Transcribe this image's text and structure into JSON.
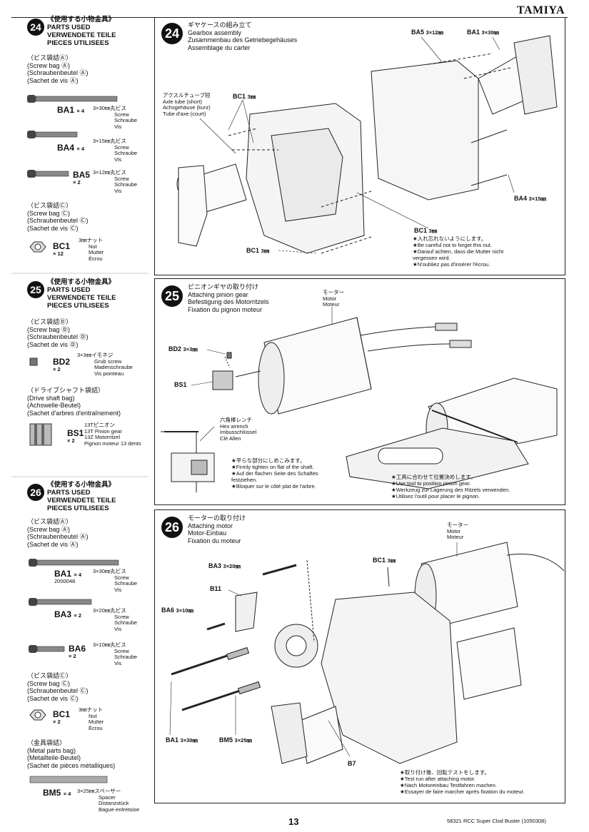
{
  "brand": "TAMIYA",
  "page_number": "13",
  "footer_ref": "58321 RCC Super Clod Buster (1050308)",
  "steps": [
    {
      "num": "24",
      "parts_used": [
        "《使用する小物金具》",
        "PARTS USED",
        "VERWENDETE TEILE",
        "PIECES UTILISEES"
      ],
      "bag_a": [
        "（ビス袋詰Ⓐ）",
        "(Screw bag Ⓐ)",
        "(Schraubenbeutel Ⓐ)",
        "(Sachet de vis Ⓐ)"
      ],
      "parts": [
        {
          "code": "BA1",
          "qty": "× 4",
          "desc": [
            "3×30㎜丸ビス",
            "Screw",
            "Schraube",
            "Vis"
          ]
        },
        {
          "code": "BA4",
          "qty": "× 4",
          "desc": [
            "3×15㎜丸ビス",
            "Screw",
            "Schraube",
            "Vis"
          ]
        },
        {
          "code": "BA5",
          "qty": "× 2",
          "desc": [
            "3×12㎜丸ビス",
            "Screw",
            "Schraube",
            "Vis"
          ]
        }
      ],
      "bag_c": [
        "（ビス袋詰Ⓒ）",
        "(Screw bag Ⓒ)",
        "(Schraubenbeutel Ⓒ)",
        "(Sachet de vis Ⓒ)"
      ],
      "nut": {
        "code": "BC1",
        "qty": "× 12",
        "desc": [
          "3㎜ナット",
          "Nut",
          "Mutter",
          "Écrou"
        ]
      },
      "title": [
        "ギヤケースの組み立て",
        "Gearbox assembly",
        "Zusammenbau des Getriebegehäuses",
        "Assemblage du carter"
      ],
      "labels": {
        "ba5": "BA5",
        "ba5_size": "3×12㎜",
        "ba1": "BA1",
        "ba1_size": "3×30㎜",
        "bc1": "BC1",
        "bc1_size": "3㎜",
        "ba4": "BA4",
        "ba4_size": "3×15㎜",
        "bc1b": "BC1",
        "bc1b_size": "3㎜",
        "bc1c": "BC1",
        "bc1c_size": "3㎜"
      },
      "axle": [
        "アクスルチューブ短",
        "Axle tube (short)",
        "Achsgehäuse (kurz)",
        "Tube d'axe (court)"
      ],
      "notes": [
        "★入れ忘れないようにします。",
        "★Be careful not to forget this nut.",
        "★Darauf achten, dass die Mutter nicht",
        "  vergessen wird.",
        "★N'oubliez pas d'insérer l'écrou."
      ]
    },
    {
      "num": "25",
      "parts_used": [
        "《使用する小物金具》",
        "PARTS USED",
        "VERWENDETE TEILE",
        "PIECES UTILISEES"
      ],
      "bag_d": [
        "（ビス袋詰Ⓓ）",
        "(Screw bag Ⓓ)",
        "(Schraubenbeutel Ⓓ)",
        "(Sachet de vis Ⓓ)"
      ],
      "grub": {
        "code": "BD2",
        "qty": "× 2",
        "desc": [
          "3×3㎜イモネジ",
          "Grub screw",
          "Madenschraube",
          "Vis pointeau"
        ]
      },
      "bag_drive": [
        "（ドライブシャフト袋詰）",
        "(Drive shaft bag)",
        "(Achswelle-Beutel)",
        "(Sachet d'arbres d'entraînement)"
      ],
      "pinion": {
        "code": "BS1",
        "qty": "× 2",
        "desc": [
          "13Tピニオン",
          "13T Pinion gear",
          "13Z Motorritzel",
          "Pignon moteur 13 dents"
        ]
      },
      "title": [
        "ピニオンギヤの取り付け",
        "Attaching pinion gear",
        "Befestigung des Motorritzels",
        "Fixation du pignon moteur"
      ],
      "motor": [
        "モーター",
        "Motor",
        "Moteur"
      ],
      "labels": {
        "bd2": "BD2",
        "bd2_size": "3×3㎜",
        "bs1": "BS1"
      },
      "wrench": [
        "六角棒レンチ",
        "Hex wrench",
        "Imbusschlüssel",
        "Clé Allen"
      ],
      "notes_left": [
        "★平らな部分にしめこみます。",
        "★Firmly tighten on flat of the shaft.",
        "★Auf der flachen Seite des Schaftes",
        "  festziehen.",
        "★Bloquer sur le côté plat de l'arbre."
      ],
      "notes_right": [
        "★工具に合わせて位置決めします。",
        "★Use tool to position pinion gear.",
        "★Werkzeug zur Lagerung des Ritzels verwenden.",
        "★Utilisez l'outil pour placer le pignon."
      ]
    },
    {
      "num": "26",
      "parts_used": [
        "《使用する小物金具》",
        "PARTS USED",
        "VERWENDETE TEILE",
        "PIECES UTILISEES"
      ],
      "bag_a": [
        "（ビス袋詰Ⓐ）",
        "(Screw bag Ⓐ)",
        "(Schraubenbeutel Ⓐ)",
        "(Sachet de vis Ⓐ)"
      ],
      "parts": [
        {
          "code": "BA1",
          "qty": "× 4",
          "sub": "2000048",
          "desc": [
            "3×30㎜丸ビス",
            "Screw",
            "Schraube",
            "Vis"
          ]
        },
        {
          "code": "BA3",
          "qty": "× 2",
          "desc": [
            "3×20㎜丸ビス",
            "Screw",
            "Schraube",
            "Vis"
          ]
        },
        {
          "code": "BA6",
          "qty": "× 2",
          "desc": [
            "3×10㎜丸ビス",
            "Screw",
            "Schraube",
            "Vis"
          ]
        }
      ],
      "bag_c": [
        "（ビス袋詰Ⓒ）",
        "(Screw bag Ⓒ)",
        "(Schraubenbeutel Ⓒ)",
        "(Sachet de vis Ⓒ)"
      ],
      "nut": {
        "code": "BC1",
        "qty": "× 2",
        "desc": [
          "3㎜ナット",
          "Nut",
          "Mutter",
          "Écrou"
        ]
      },
      "metal": [
        "（金具袋詰）",
        "(Metal parts bag)",
        "(Metallteile-Beutel)",
        "(Sachet de pièces métalliques)"
      ],
      "spacer": {
        "code": "BM5",
        "qty": "× 4",
        "desc": [
          "3×25㎜スペーサー",
          "Spacer",
          "Distanzstück",
          "Bague-entretoise"
        ]
      },
      "title": [
        "モーターの取り付け",
        "Attaching motor",
        "Motor-Einbau",
        "Fixation du moteur"
      ],
      "motor": [
        "モーター",
        "Motor",
        "Moteur"
      ],
      "labels": {
        "ba3": "BA3",
        "ba3_size": "3×20㎜",
        "bc1": "BC1",
        "bc1_size": "3㎜",
        "b11": "B11",
        "ba6": "BA6",
        "ba6_size": "3×10㎜",
        "ba1": "BA1",
        "ba1_size": "3×30㎜",
        "bm5": "BM5",
        "bm5_size": "3×25㎜",
        "b7": "B7"
      },
      "notes": [
        "★取り付け後、回転テストをします。",
        "★Test run after attaching motor.",
        "★Nach Motoreinbau Testfahren machen.",
        "★Essayer de faire marcher après fixation du moteur."
      ]
    }
  ]
}
